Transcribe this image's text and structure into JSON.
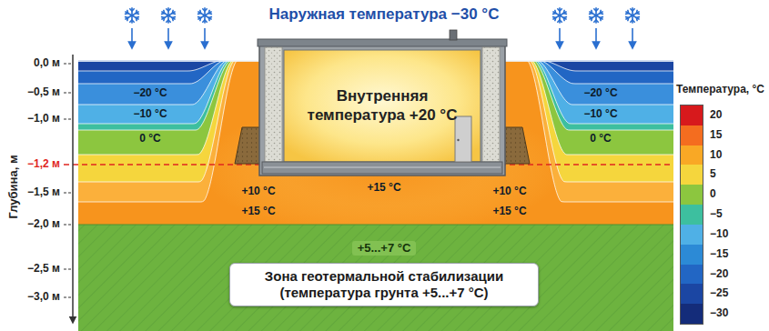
{
  "diagram": {
    "title": "Наружная температура −30 °C",
    "nodes": [
      {
        "text": [
          "Внутренняя температура +20 °C"
        ]
      },
      {
        "text": [
          "Зона геотермальной стабилизации (температура грунта +5...+7 °C)"
        ]
      }
    ],
    "labels": [
      "0,0 м",
      "−0,5 м",
      "−1,0 м",
      "−1,2 м",
      "−1,5 м",
      "−2,0 м",
      "−2,5 м",
      "−3,0 м",
      "Глубина, м",
      "−20 °C",
      "−10 °C",
      "0 °C",
      "−20 °C",
      "−10 °C",
      "0 °C",
      "+10 °C",
      "+15 °C",
      "+10 °C",
      "+15 °C",
      "+15 °C",
      "+5...+7 °C",
      "Температура, °C"
    ],
    "legend": [
      {
        "text": "20",
        "color": "#d7191c"
      },
      {
        "text": "15",
        "color": "#f46d1f"
      },
      {
        "text": "10",
        "color": "#f9a825"
      },
      {
        "text": "5",
        "color": "#f5d63d"
      },
      {
        "text": "0",
        "color": "#8cc63f"
      },
      {
        "text": "−5",
        "color": "#3dbf9f"
      },
      {
        "text": "−10",
        "color": "#4fb0e6"
      },
      {
        "text": "−15",
        "color": "#2c8ad6"
      },
      {
        "text": "−20",
        "color": "#2266c4"
      },
      {
        "text": "−25",
        "color": "#1b46a3"
      },
      {
        "text": "−30",
        "color": "#142c7a"
      }
    ]
  }
}
